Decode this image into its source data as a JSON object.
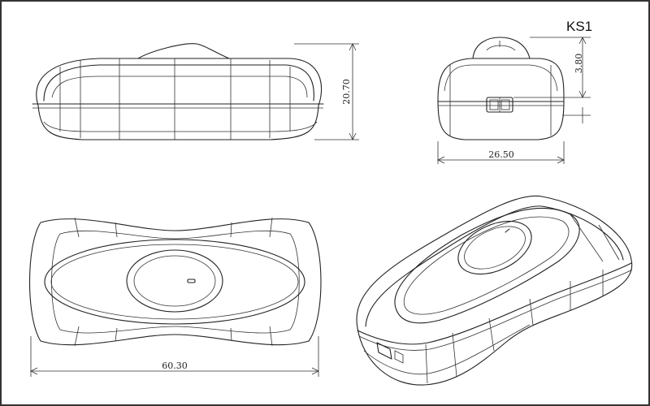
{
  "part_label": "KS1",
  "dimensions": {
    "height_side": "20.70",
    "knob_height": "3.80",
    "width_end": "26.50",
    "length_top": "60.30"
  }
}
